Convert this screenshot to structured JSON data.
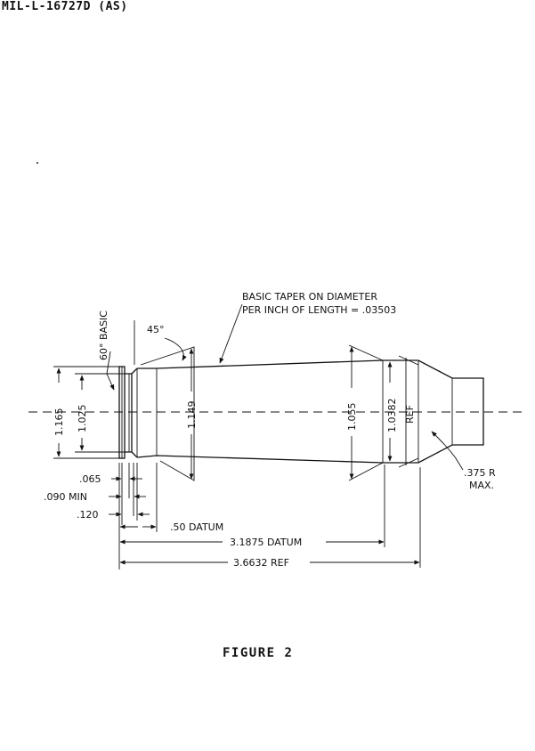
{
  "header": {
    "doc_id": "MIL-L-16727D (AS)"
  },
  "figure": {
    "caption": "FIGURE 2",
    "callouts": {
      "taper_line1": "BASIC TAPER ON DIAMETER",
      "taper_line2": "PER INCH OF LENGTH = .03503",
      "angle_60": "60° BASIC",
      "angle_45": "45°",
      "radius_line1": ".375 R",
      "radius_line2": "MAX."
    },
    "vertical_dims": {
      "d_1165": "1.165",
      "d_1025": "1.025",
      "d_1149": "1.149",
      "d_1055": "1.055",
      "d_10382": "1.0382",
      "ref": "REF"
    },
    "horizontal_dims": {
      "d_065": ".065",
      "d_090": ".090 MIN",
      "d_120": ".120",
      "d_50": ".50 DATUM",
      "d_31875": "3.1875 DATUM",
      "d_36632": "3.6632 REF"
    }
  }
}
